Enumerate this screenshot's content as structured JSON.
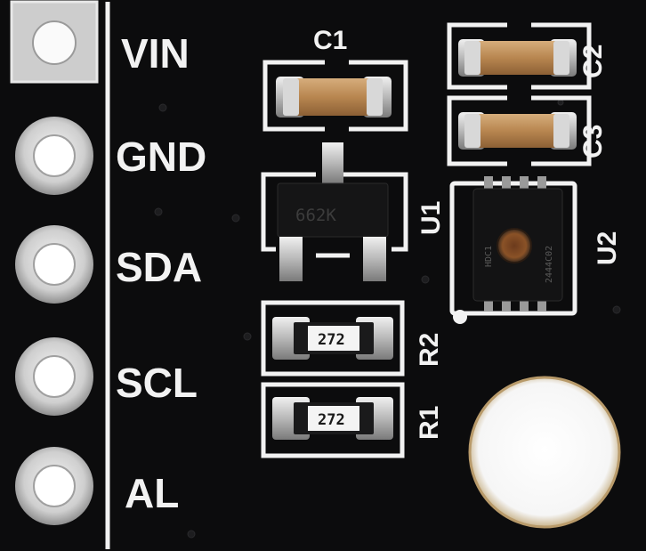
{
  "board": {
    "background_color": "#0c0c0d",
    "silkscreen_color": "#f2f2f2",
    "pins": [
      {
        "label": "VIN",
        "pad_shape": "square"
      },
      {
        "label": "GND",
        "pad_shape": "round"
      },
      {
        "label": "SDA",
        "pad_shape": "round"
      },
      {
        "label": "SCL",
        "pad_shape": "round"
      },
      {
        "label": "AL",
        "pad_shape": "round"
      }
    ],
    "components": {
      "c1": {
        "ref": "C1"
      },
      "c2": {
        "ref": "C2"
      },
      "c3": {
        "ref": "C3"
      },
      "u1": {
        "ref": "U1",
        "marking": "662K"
      },
      "u2": {
        "ref": "U2",
        "marking_line1": "HDC1",
        "marking_line2": "2444C02"
      },
      "r2": {
        "ref": "R2",
        "code": "272"
      },
      "r1": {
        "ref": "R1",
        "code": "272"
      }
    }
  }
}
